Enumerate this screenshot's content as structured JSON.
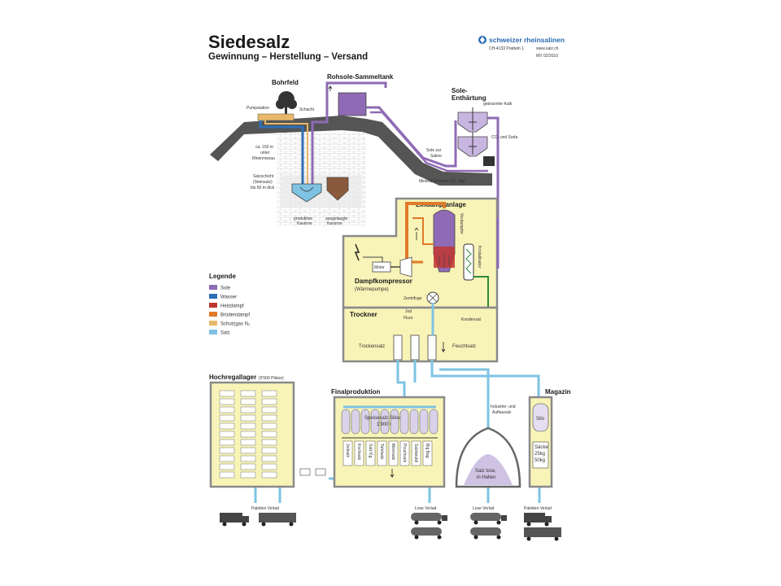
{
  "header": {
    "title": "Siedesalz",
    "subtitle": "Gewinnung – Herstellung – Versand",
    "brand": "schweizer rheinsalinen",
    "address": "CH-4133 Pratteln 1",
    "web": "www.salz.ch",
    "edition": "MV 02/2010"
  },
  "sections": {
    "bohrfeld": "Bohrfeld",
    "sammeltank": "Rohsole-Sammeltank",
    "enthaertung_l1": "Sole-",
    "enthaertung_l2": "Enthärtung",
    "eindampfanlage": "Eindampfanlage",
    "dampfkompressor": "Dampfkompressor",
    "trockner": "Trockner",
    "hochregallager": "Hochregallager",
    "hochregallager_note": "(5'500 Plätze)",
    "finalproduktion": "Finalproduktion",
    "magazin": "Magazin"
  },
  "labels": {
    "pumpstation": "Pumpstation",
    "schacht": "Schacht",
    "depth1": "ca. 150 m",
    "depth2": "unter",
    "depth3": "Rheinniveau",
    "salzschicht1": "Salzschicht",
    "salzschicht2": "(Steinsalz)",
    "salzschicht3": "bis 50 m dick",
    "kaverne_prod1": "produktive",
    "kaverne_prod2": "Kaverne",
    "kaverne_aus1": "ausgelaugte",
    "kaverne_aus2": "Kaverne",
    "kalk": "gebrannter Kalk",
    "co2": "CO₂ und Soda",
    "sole_saline1": "Sole zur",
    "sole_saline2": "Saline",
    "mineralschlamm": "Mineralschlamm (Ca, Mg)",
    "verdampfer": "Verdampfer",
    "kristallisator": "Kristallisator",
    "motor": "Motor",
    "waermepumpe": "(Wärmepumpe)",
    "zentrifuge": "Zentrifuge",
    "kondensat": "Kondensat",
    "jod": "Jod",
    "fluor": "Fluor",
    "trockensalz": "Trockensalz",
    "feuchtsalz": "Feuchtsalz",
    "silos1": "Speisesalz-Silos",
    "silos2": "1'900 t",
    "industrie1": "Industrie- und",
    "industrie2": "Auftausalz",
    "halle1": "Salz lose,",
    "halle2": "in Hallen",
    "silo": "Silo",
    "saecke1": "Säcke",
    "saecke2": "25kg",
    "saecke3": "50kg",
    "paletten_verlad": "Paletten Verlad",
    "lose_verlad": "Lose Verlad"
  },
  "packaging_lines": [
    "Jodsalz",
    "Kochsalz",
    "Salz Kg",
    "Tafelsalz",
    "Meersalz",
    "Pouchsalz",
    "Salzbeutel",
    "Big Bag"
  ],
  "legend": {
    "title": "Legende",
    "items": [
      {
        "label": "Sole",
        "color": "#8e6bb4"
      },
      {
        "label": "Wasser",
        "color": "#2f6fb6"
      },
      {
        "label": "Heizdampf",
        "color": "#c2352f"
      },
      {
        "label": "Brüdendampf",
        "color": "#e07a2a"
      },
      {
        "label": "Schutzgas N₂",
        "color": "#e8b86a"
      },
      {
        "label": "Salz",
        "color": "#7ec3e3"
      }
    ]
  },
  "colors": {
    "panel": "#f8f3b7",
    "panel_border": "#8a8a8a",
    "sole": "#8e6bb4",
    "salt": "#7ec3e3"
  }
}
